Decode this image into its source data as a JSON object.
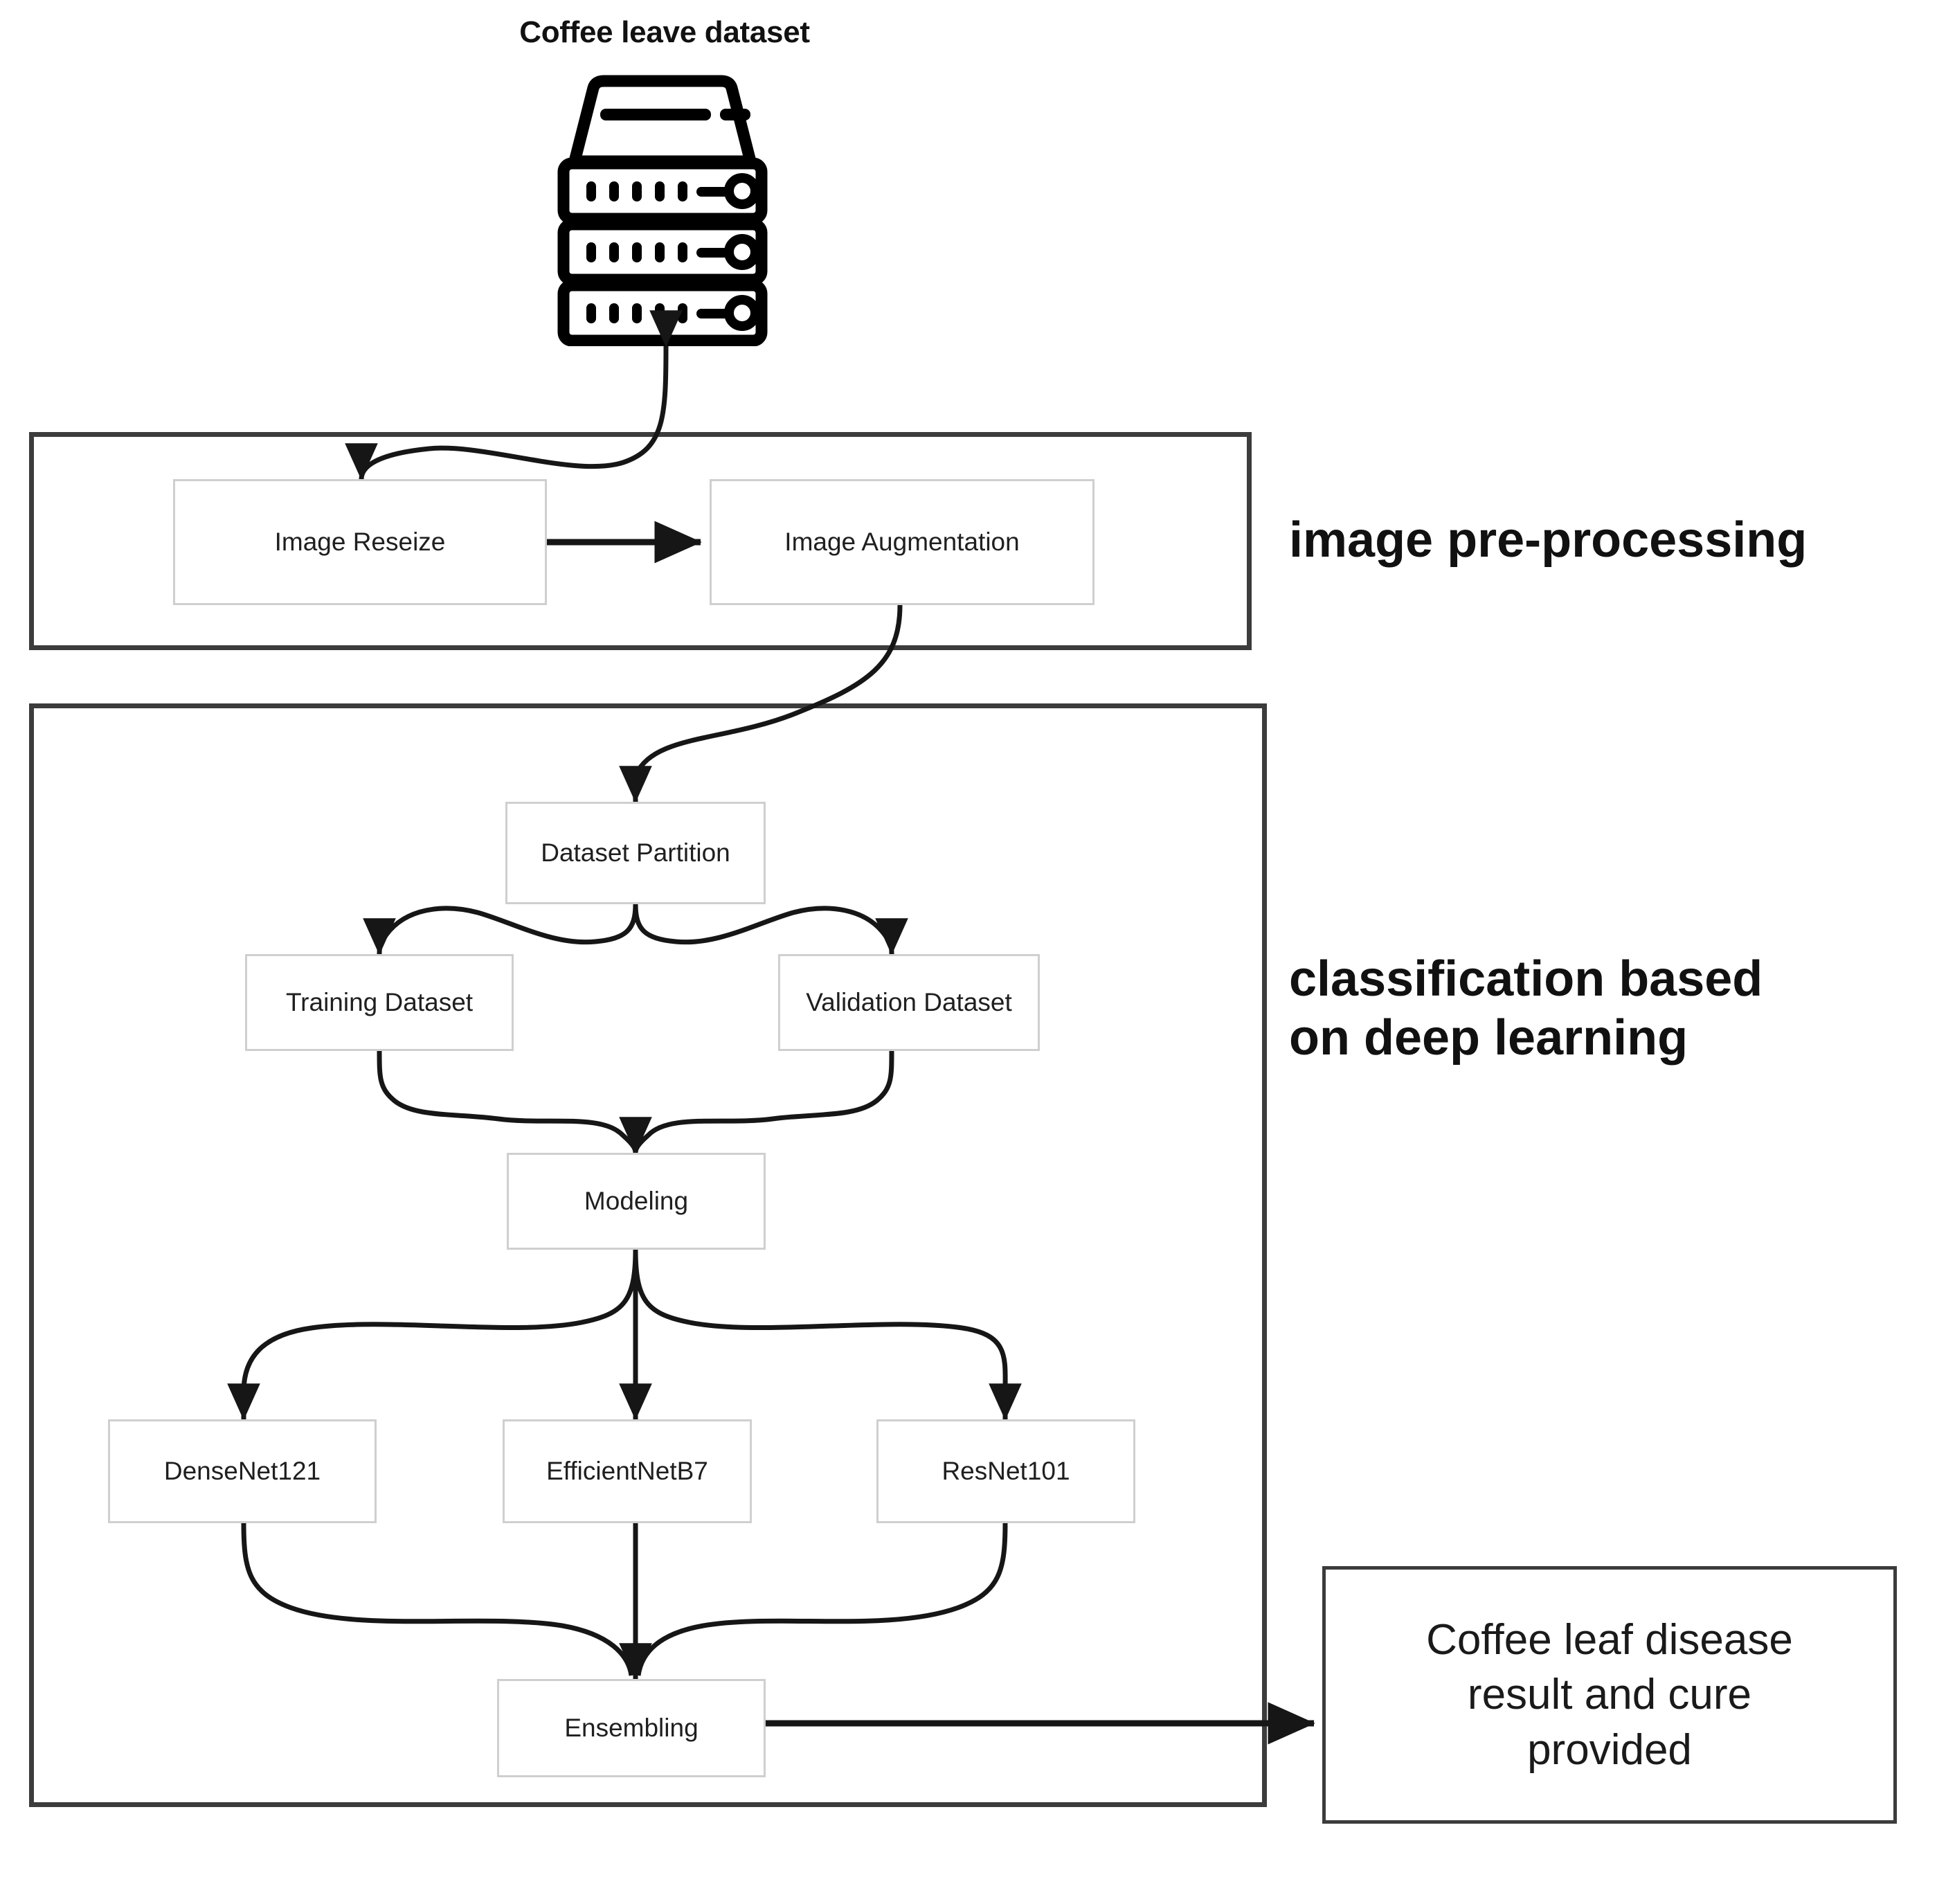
{
  "diagram": {
    "dataset_title": "Coffee leave dataset",
    "sections": [
      {
        "id": "preprocessing",
        "label": "image pre-processing"
      },
      {
        "id": "classification",
        "label_line1": "classification based",
        "label_line2": "on deep learning"
      }
    ],
    "nodes": [
      {
        "id": "image-resize",
        "label": "Image Reseize"
      },
      {
        "id": "image-augmentation",
        "label": "Image Augmentation"
      },
      {
        "id": "dataset-partition",
        "label": "Dataset Partition"
      },
      {
        "id": "training-dataset",
        "label": "Training Dataset"
      },
      {
        "id": "validation-dataset",
        "label": "Validation Dataset"
      },
      {
        "id": "modeling",
        "label": "Modeling"
      },
      {
        "id": "densenet121",
        "label": "DenseNet121"
      },
      {
        "id": "efficientnetb7",
        "label": "EfficientNetB7"
      },
      {
        "id": "resnet101",
        "label": "ResNet101"
      },
      {
        "id": "ensembling",
        "label": "Ensembling"
      }
    ],
    "result": {
      "line1": "Coffee leaf disease",
      "line2": "result and cure",
      "line3": "provided"
    },
    "icons": {
      "database_server": "database-server-icon"
    },
    "colors": {
      "stroke_dark": "#3c3c3c",
      "node_border": "#cfcfcf",
      "connector": "#161616",
      "text": "#1a1a1a",
      "background": "#ffffff"
    }
  }
}
